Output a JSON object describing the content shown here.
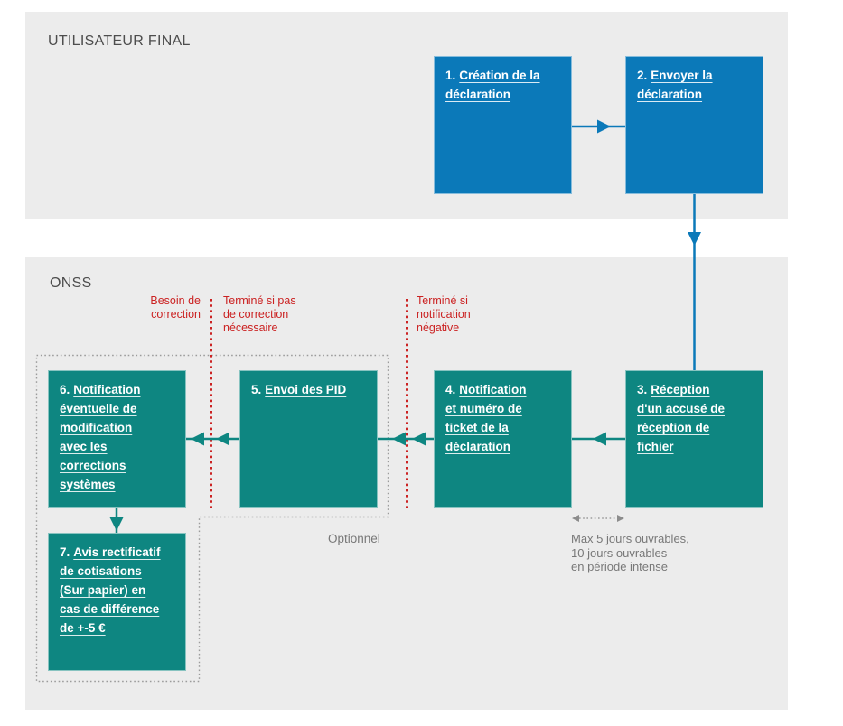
{
  "lanes": {
    "user": {
      "title": "UTILISATEUR FINAL"
    },
    "onss": {
      "title": "ONSS"
    }
  },
  "boxes": [
    {
      "num": "1.",
      "label": "Création de la\ndéclaration"
    },
    {
      "num": "2.",
      "label": "Envoyer la\ndéclaration"
    },
    {
      "num": "3.",
      "label": "Réception\nd'un accusé de\nréception de\nfichier"
    },
    {
      "num": "4.",
      "label": "Notification\net numéro de\nticket de la\ndéclaration"
    },
    {
      "num": "5.",
      "label": "Envoi des PID"
    },
    {
      "num": "6.",
      "label": "Notification\néventuelle de\nmodification\navec les\ncorrections\nsystèmes"
    },
    {
      "num": "7.",
      "label": "Avis rectificatif\nde cotisations\n(Sur papier) en\ncas de différence\nde +-5 €"
    }
  ],
  "annotations": {
    "besoin_correction": "Besoin de\ncorrection",
    "termine_si_pas": "Terminé si pas\nde correction\nnécessaire",
    "termine_si_negative": "Terminé si\nnotification\nnégative",
    "optionnel": "Optionnel",
    "delai": "Max 5 jours ouvrables,\n10 jours ouvrables\nen période intense"
  },
  "colors": {
    "user_box_blue": "#0b79b9",
    "onss_box_teal": "#0e8681",
    "lane_background": "#ececec",
    "annotation_red": "#cb2222",
    "note_gray": "#787878"
  }
}
